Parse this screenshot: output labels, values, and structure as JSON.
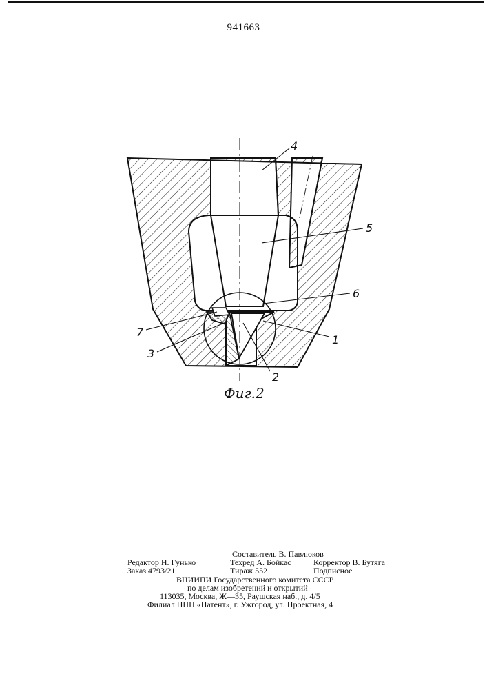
{
  "document": {
    "patent_number": "941663",
    "figure_caption": "Фиг.2",
    "labels": [
      "4",
      "5",
      "6",
      "7",
      "1",
      "3",
      "2"
    ]
  },
  "credits": {
    "composer": "Составитель В. Павлюков",
    "editor": "Редактор Н. Гунько",
    "tech_editor": "Техред А. Бойкас",
    "corrector": "Корректор В. Бутяга",
    "order": "Заказ 4793/21",
    "circulation": "Тираж 552",
    "subscription": "Подписное",
    "org_line1": "ВНИИПИ Государственного комитета СССР",
    "org_line2": "по делам изобретений и открытий",
    "address": "113035, Москва, Ж—35, Раушская наб., д. 4/5",
    "branch": "Филиал ППП «Патент», г. Ужгород, ул. Проектная, 4"
  }
}
